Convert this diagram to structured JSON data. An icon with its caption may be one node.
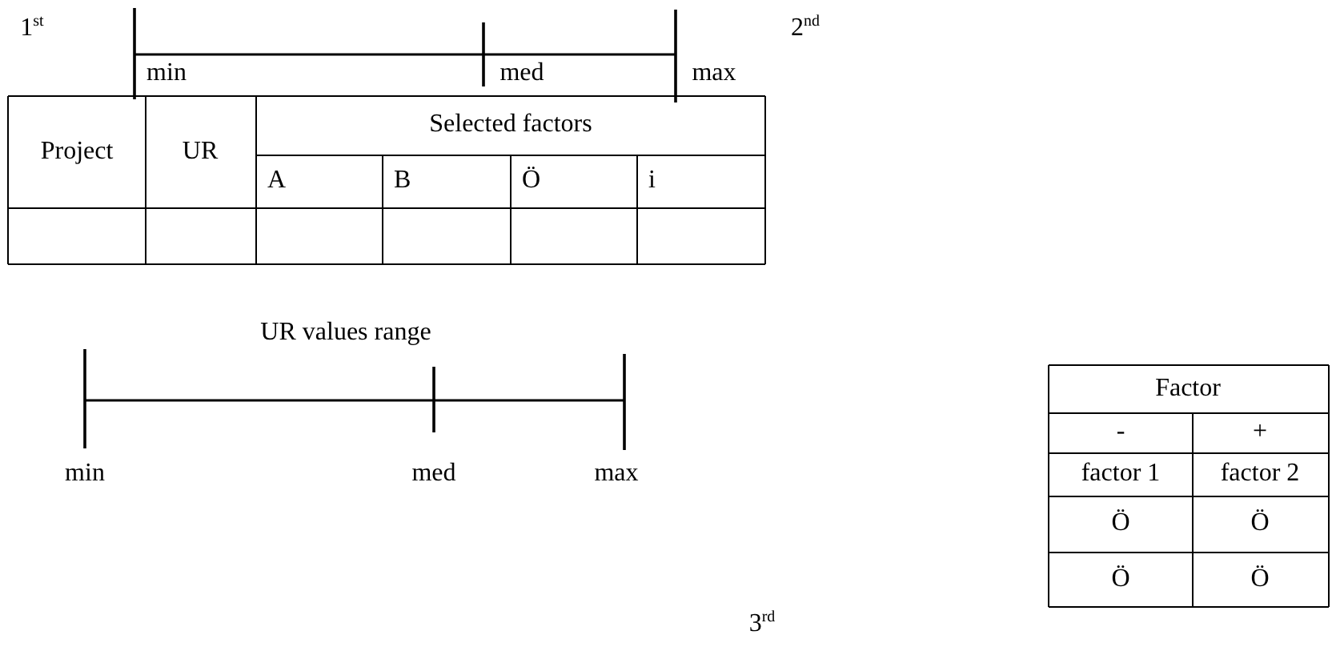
{
  "diagram": {
    "labels": [
      "1$^{st}$",
      "2$^{nd}$",
      "min",
      "med",
      "max",
      "Project",
      "UR",
      "Selected factors",
      "A",
      "B",
      "Ö",
      "i",
      "UR values range",
      "min",
      "med",
      "max",
      "Factor",
      "-",
      "+",
      "factor 1",
      "factor 2",
      "Ö",
      "Ö",
      "Ö",
      "Ö",
      "3$^{rd}$"
    ]
  }
}
